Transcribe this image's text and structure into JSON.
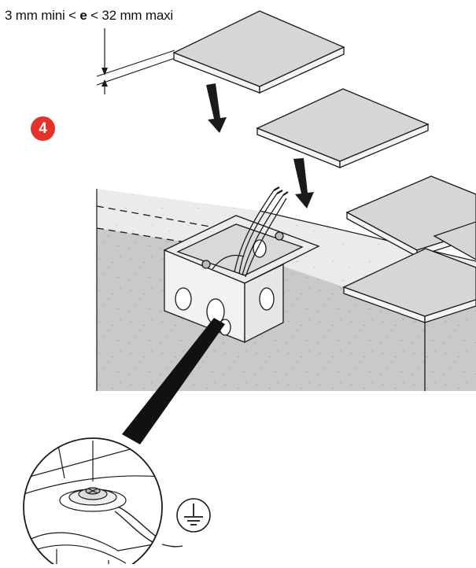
{
  "thickness": {
    "prefix": "3 mm mini < ",
    "variable": "e",
    "suffix": " < 32 mm maxi"
  },
  "step": {
    "number": "4",
    "badge_color": "#e4322b"
  },
  "colors": {
    "tile_top": "#d6d6d6",
    "tile_edge": "#f4f4f4",
    "floor_top": "#ebebeb",
    "screed_side": "#c9c9c9",
    "box_metal": "#f2f2f2",
    "stroke": "#1a1a1a",
    "callout_band": "#111111"
  },
  "icons": {
    "arrow": "down-arrow-icon",
    "earth": "earth-ground-icon"
  }
}
